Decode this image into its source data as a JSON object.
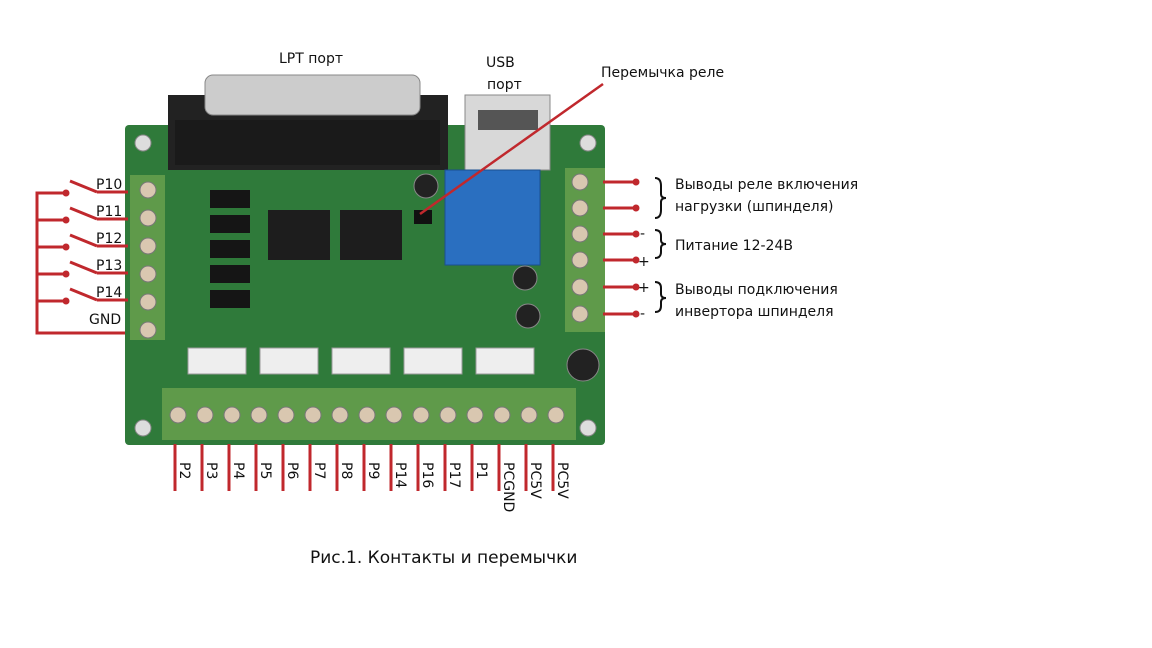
{
  "top_labels": {
    "lpt": "LPT порт",
    "usb_line1": "USB",
    "usb_line2": "порт",
    "jumper": "Перемычка реле"
  },
  "left_labels": [
    "P10",
    "P11",
    "P12",
    "P13",
    "P14",
    "GND"
  ],
  "right_labels": {
    "relay_line1": "Выводы реле включения",
    "relay_line2": "нагрузки (шпинделя)",
    "power": "Питание 12-24В",
    "inverter_line1": "Выводы подключения",
    "inverter_line2": "инвертора шпинделя",
    "signs": [
      "-",
      "+",
      "+",
      "-"
    ]
  },
  "bottom_labels": [
    "P2",
    "P3",
    "P4",
    "P5",
    "P6",
    "P7",
    "P8",
    "P9",
    "P14",
    "P16",
    "P17",
    "P1",
    "PCGND",
    "PC5V",
    "PC5V"
  ],
  "caption": "Рис.1. Контакты и перемычки",
  "colors": {
    "board": "#2f7a3a",
    "terminal": "#5f9a4a",
    "wire": "#c0282d",
    "relay": "#2a6fc0"
  }
}
